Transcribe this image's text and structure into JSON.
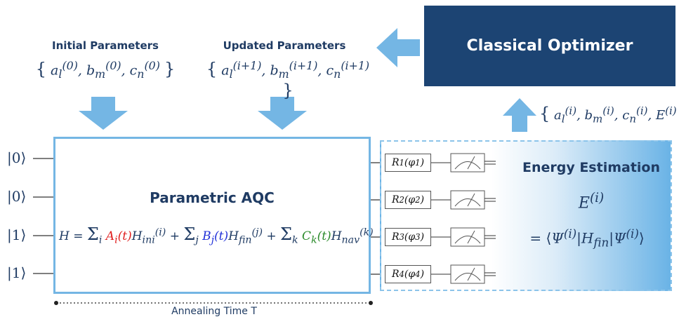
{
  "optimizer": {
    "label": "Classical Optimizer"
  },
  "initial": {
    "title": "Initial Parameters",
    "math": "{ a_l^(0), b_m^(0), c_n^(0) }"
  },
  "updated": {
    "title": "Updated Parameters",
    "math": "{ a_l^(i+1), b_m^(i+1), c_n^(i+1) }"
  },
  "feedback": {
    "math": "{ a_l^(i), b_m^(i), c_n^(i), E^(i) }"
  },
  "aqc": {
    "title": "Parametric AQC",
    "hamiltonian": {
      "lhs": "H = ",
      "sum_i": "Σ_i",
      "A": "A_i(t)",
      "H_ini": "H_ini^(i)",
      "plus1": " + ",
      "sum_j": "Σ_j",
      "B": "B_j(t)",
      "H_fin": "H_fin^(j)",
      "plus2": " + ",
      "sum_k": "Σ_k",
      "C": "C_k(t)",
      "H_nav": "H_nav^(k)"
    }
  },
  "qubits": [
    "|0⟩",
    "|0⟩",
    "|1⟩",
    "|1⟩"
  ],
  "gates": [
    "R1(φ1)",
    "R2(φ2)",
    "R3(φ3)",
    "R4(φ4)"
  ],
  "energy": {
    "title": "Energy Estimation",
    "symbol": "E^(i)",
    "expression": "= ⟨Ψ^(i)|H_fin|Ψ^(i)⟩"
  },
  "annealing": {
    "label": "Annealing Time T"
  },
  "colors": {
    "navy": "#1c4473",
    "arrow": "#74b6e4",
    "A": "#e02020",
    "B": "#2030d8",
    "C": "#2a8a2a"
  }
}
